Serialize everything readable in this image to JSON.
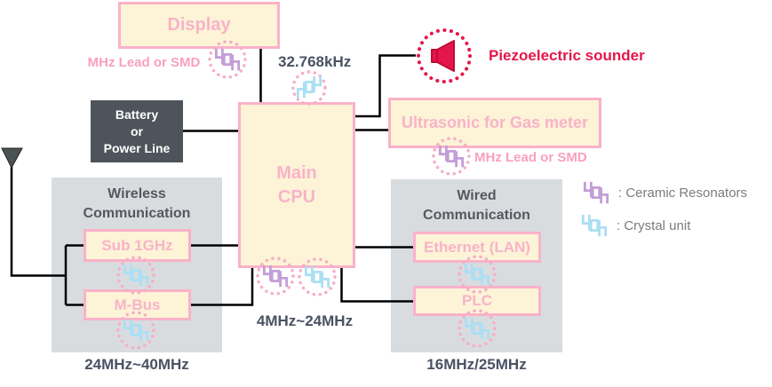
{
  "nodes": {
    "display": {
      "label": "Display"
    },
    "battery": {
      "lines": [
        "Battery",
        "or",
        "Power Line"
      ]
    },
    "main_cpu": {
      "lines": [
        "Main",
        "CPU"
      ]
    },
    "ultrasonic": {
      "label": "Ultrasonic for Gas meter"
    },
    "sub_1ghz": {
      "label": "Sub 1GHz"
    },
    "m_bus": {
      "label": "M-Bus"
    },
    "ethernet": {
      "label": "Ethernet (LAN)"
    },
    "plc": {
      "label": "PLC"
    },
    "piezo": {
      "label": "Piezoelectric sounder"
    }
  },
  "groups": {
    "wireless": {
      "title_lines": [
        "Wireless",
        "Communication"
      ],
      "freq": "24MHz~40MHz"
    },
    "wired": {
      "title_lines": [
        "Wired",
        "Communication"
      ],
      "freq": "16MHz/25MHz"
    }
  },
  "annotations": {
    "khz": "32.768kHz",
    "cpu_freq": "4MHz~24MHz",
    "mhz_lead_smd_top": "MHz Lead or SMD",
    "mhz_lead_smd_right": "MHz Lead or SMD"
  },
  "legend": {
    "ceramic_label": ": Ceramic Resonators",
    "crystal_label": ": Crystal unit"
  },
  "colors": {
    "block_fill": "#fdf3d6",
    "block_border": "#f9b2c9",
    "block_text": "#f8b3ca",
    "pink_label": "#fa9fc0",
    "dark_block": "#4d545b",
    "group_fill": "#d9dcdf",
    "group_title": "#54595f",
    "freq_text": "#4a5263",
    "ceramic_purple": "#c49ed6",
    "crystal_blue": "#abdff4",
    "sounder_red": "#e5164a",
    "dotted_ring_pink": "#f6aec7",
    "legend_text": "#7c7c7c",
    "line": "#000000"
  }
}
